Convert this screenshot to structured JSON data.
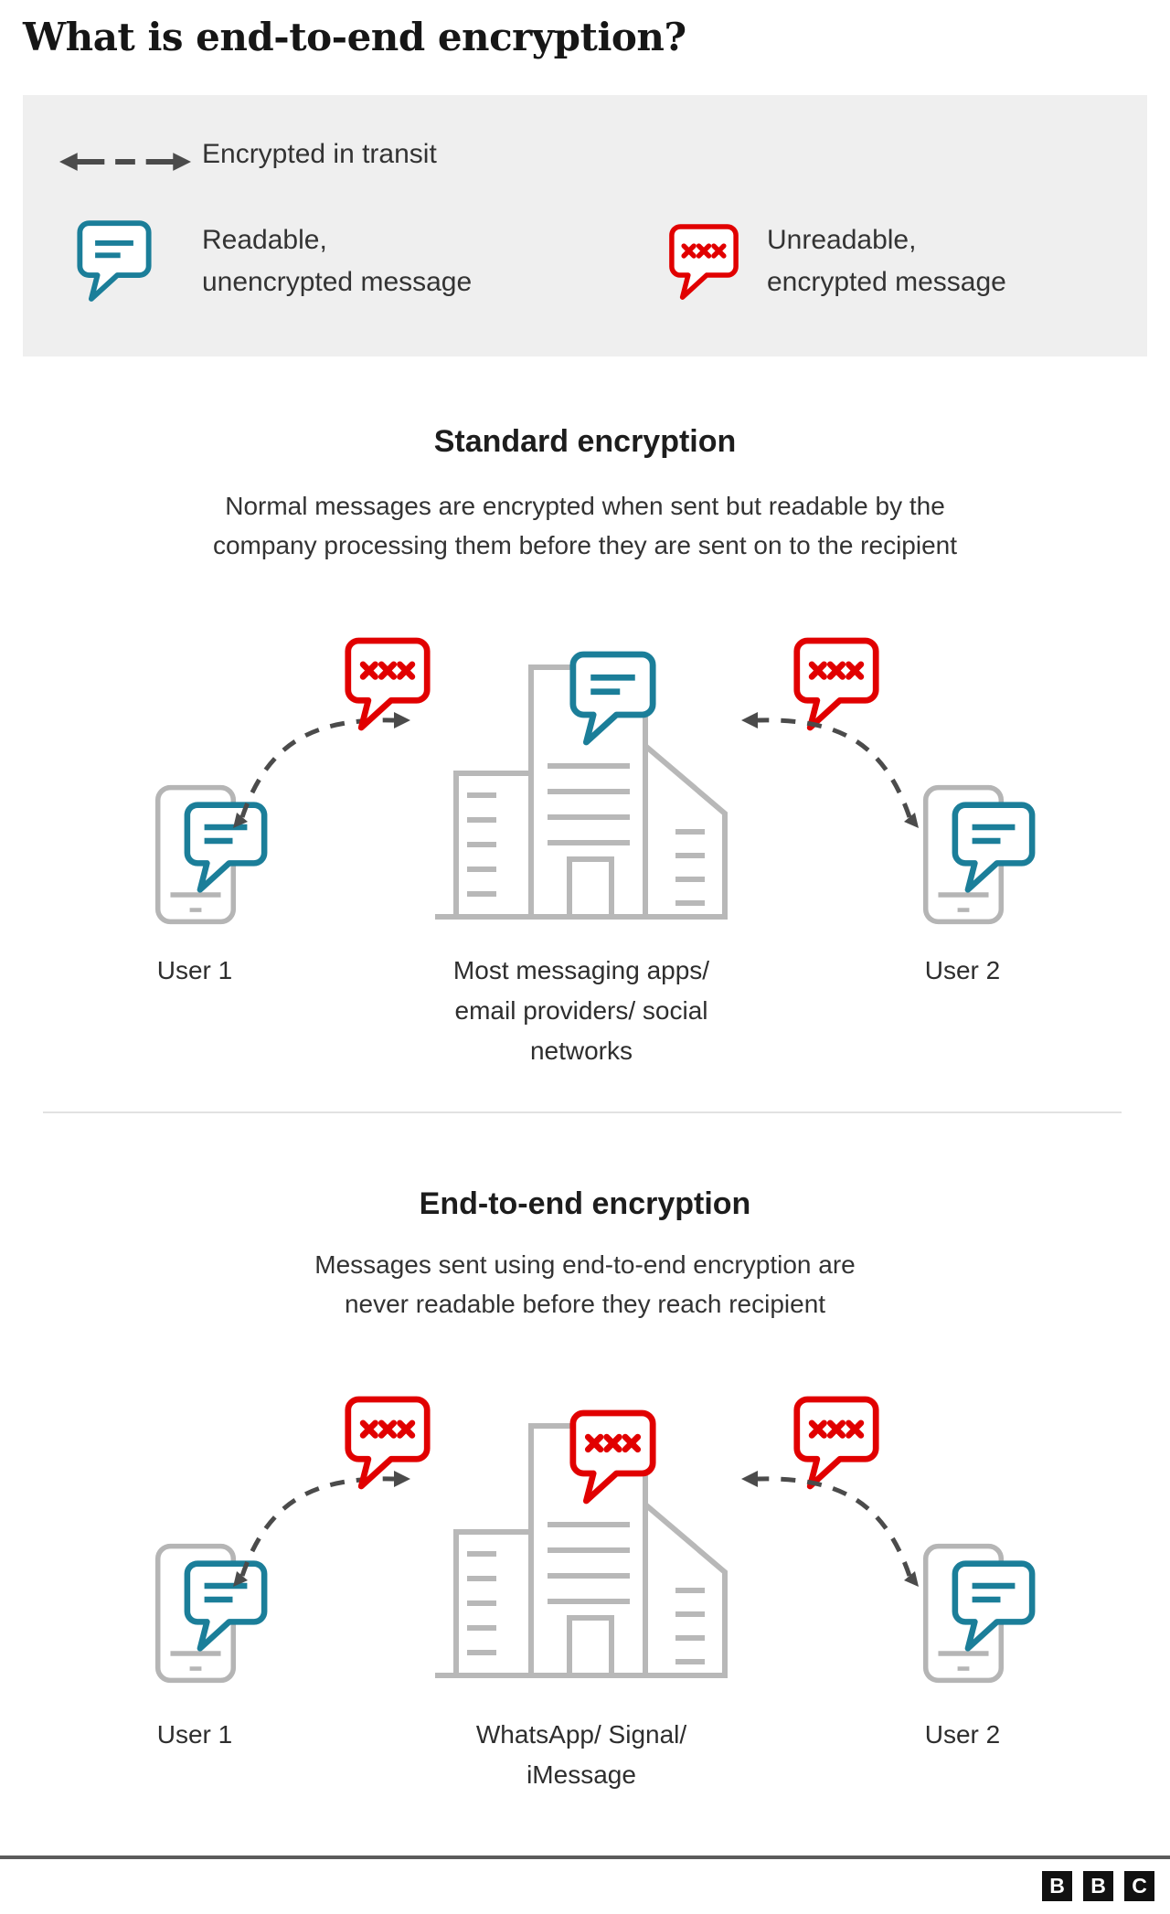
{
  "title": "What is end-to-end encryption?",
  "colors": {
    "teal": "#1b7e99",
    "red": "#e10000",
    "icon_gray": "#b5b5b5",
    "arrow_gray": "#4b4b4b",
    "legend_background": "#efefef",
    "text": "#2e2e2e"
  },
  "legend": {
    "transit_label": "Encrypted in transit",
    "readable_label": "Readable,\nunencrypted message",
    "unreadable_label": "Unreadable,\nencrypted message"
  },
  "sections": [
    {
      "heading": "Standard encryption",
      "description": "Normal messages are encrypted when sent but readable by the\ncompany processing them before they are sent on to the recipient",
      "user1_label": "User 1",
      "server_label": "Most messaging apps/\nemail providers/ social\nnetworks",
      "user2_label": "User 2"
    },
    {
      "heading": "End-to-end encryption",
      "description": "Messages sent using end-to-end encryption are\nnever readable before they reach recipient",
      "user1_label": "User 1",
      "server_label": "WhatsApp/ Signal/\niMessage",
      "user2_label": "User 2"
    }
  ],
  "footer": {
    "logo": [
      "B",
      "B",
      "C"
    ]
  }
}
